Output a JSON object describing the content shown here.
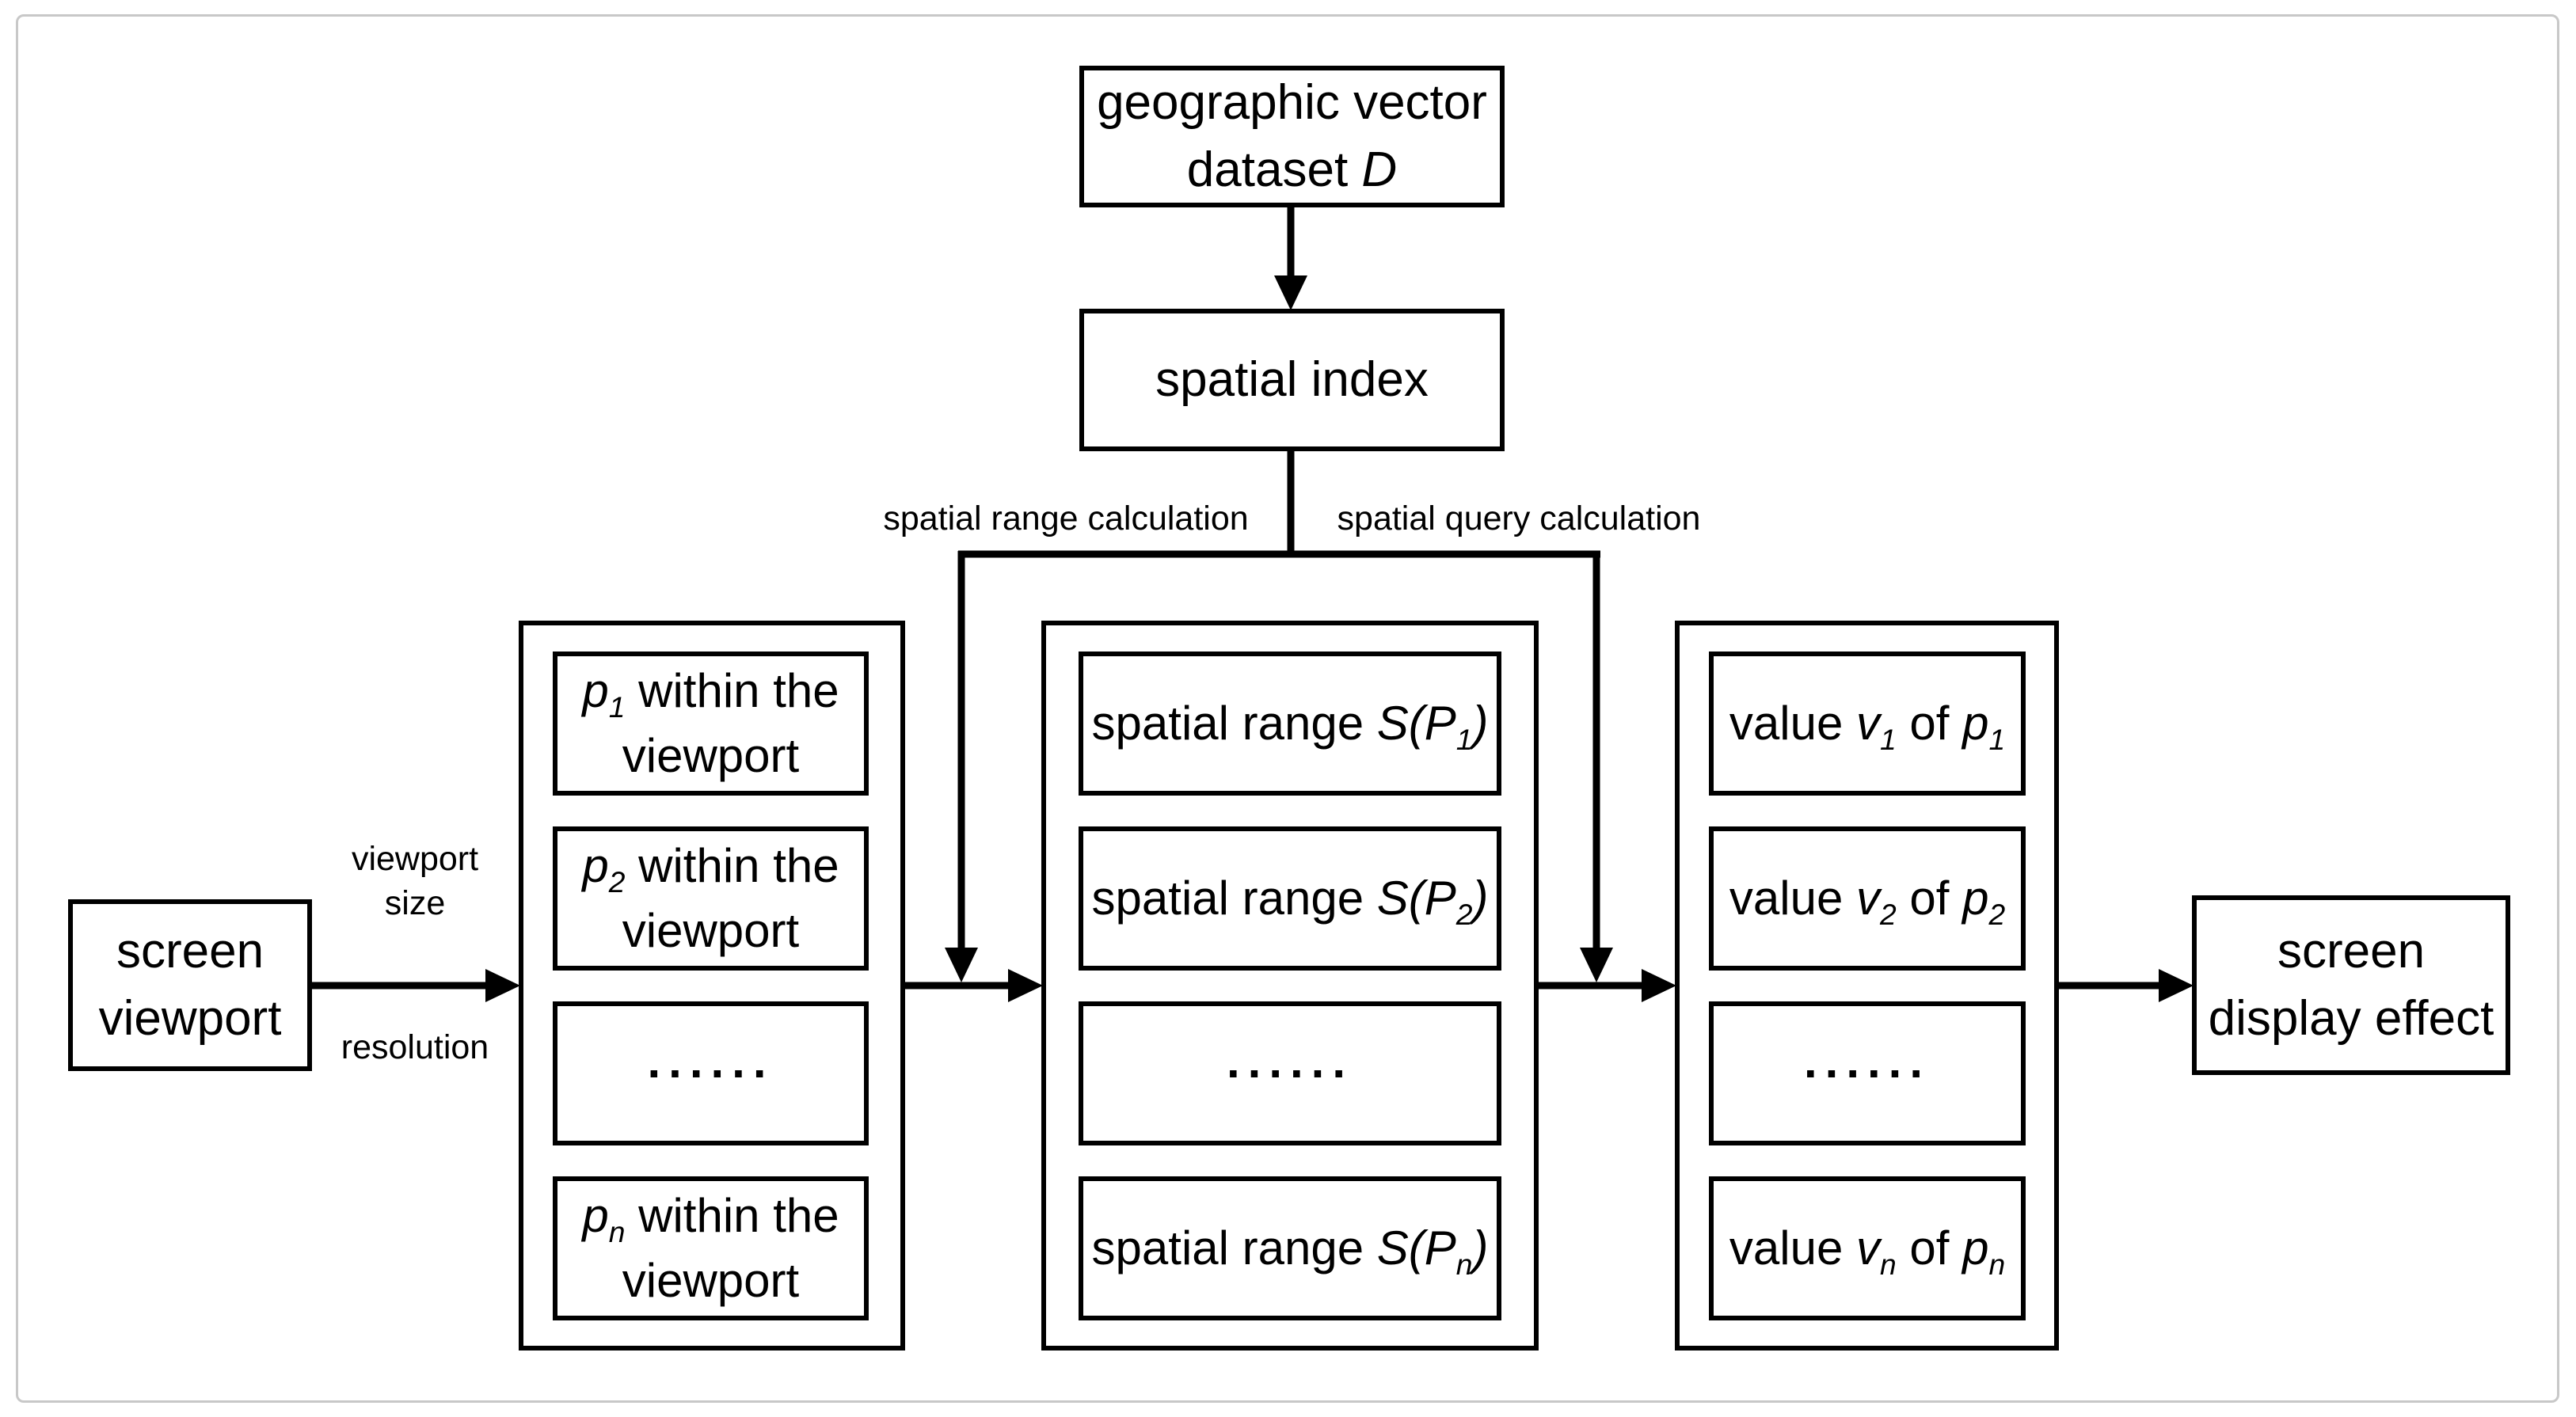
{
  "colors": {
    "line": "#000000",
    "frame_border": "#c8c8c8",
    "background": "#ffffff",
    "text": "#000000"
  },
  "nodes": {
    "dataset": [
      {
        "t": "geographic vector dataset "
      },
      {
        "t": "D",
        "i": true
      }
    ],
    "spatial_index": [
      {
        "t": "spatial index"
      }
    ],
    "screen_viewport": [
      {
        "t": "screen viewport"
      }
    ],
    "screen_display_effect": [
      {
        "t": "screen display effect"
      }
    ]
  },
  "edge_labels": {
    "spatial_range_calculation": "spatial range calculation",
    "spatial_query_calculation": "spatial query calculation",
    "viewport_size": "viewport size",
    "resolution": "resolution"
  },
  "columns": {
    "viewport_points": {
      "boxes": [
        [
          {
            "t": "p",
            "i": true
          },
          {
            "t": "1",
            "i": true,
            "sub": true
          },
          {
            "t": " within the viewport"
          }
        ],
        [
          {
            "t": "p",
            "i": true
          },
          {
            "t": "2",
            "i": true,
            "sub": true
          },
          {
            "t": " within the viewport"
          }
        ],
        [
          {
            "t": "......",
            "b": true
          }
        ],
        [
          {
            "t": "p",
            "i": true
          },
          {
            "t": "n",
            "i": true,
            "sub": true
          },
          {
            "t": " within the viewport"
          }
        ]
      ]
    },
    "spatial_ranges": {
      "boxes": [
        [
          {
            "t": "spatial range "
          },
          {
            "t": "S(P",
            "i": true
          },
          {
            "t": "1",
            "i": true,
            "sub": true
          },
          {
            "t": ")",
            "i": true
          }
        ],
        [
          {
            "t": "spatial range "
          },
          {
            "t": "S(P",
            "i": true
          },
          {
            "t": "2",
            "i": true,
            "sub": true
          },
          {
            "t": ")",
            "i": true
          }
        ],
        [
          {
            "t": "......",
            "b": true
          }
        ],
        [
          {
            "t": "spatial range "
          },
          {
            "t": "S(P",
            "i": true
          },
          {
            "t": "n",
            "i": true,
            "sub": true
          },
          {
            "t": ")",
            "i": true
          }
        ]
      ]
    },
    "values": {
      "boxes": [
        [
          {
            "t": "value "
          },
          {
            "t": "v",
            "i": true
          },
          {
            "t": "1",
            "i": true,
            "sub": true
          },
          {
            "t": " of "
          },
          {
            "t": "p",
            "i": true
          },
          {
            "t": "1",
            "i": true,
            "sub": true
          }
        ],
        [
          {
            "t": "value "
          },
          {
            "t": "v",
            "i": true
          },
          {
            "t": "2",
            "i": true,
            "sub": true
          },
          {
            "t": " of "
          },
          {
            "t": "p",
            "i": true
          },
          {
            "t": "2",
            "i": true,
            "sub": true
          }
        ],
        [
          {
            "t": "......",
            "b": true
          }
        ],
        [
          {
            "t": "value "
          },
          {
            "t": "v",
            "i": true
          },
          {
            "t": "n",
            "i": true,
            "sub": true
          },
          {
            "t": " of "
          },
          {
            "t": "p",
            "i": true
          },
          {
            "t": "n",
            "i": true,
            "sub": true
          }
        ]
      ]
    }
  }
}
